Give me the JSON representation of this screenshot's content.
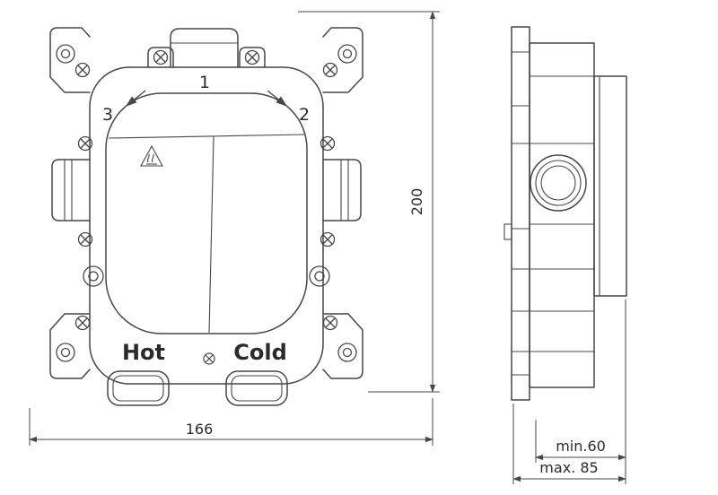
{
  "meta": {
    "background_color": "#ffffff",
    "line_color": "#474747",
    "text_color": "#2b2b2b"
  },
  "front_view": {
    "outlet_top_label": "1",
    "outlet_right_label": "2",
    "outlet_left_label": "3",
    "hot_label": "Hot",
    "cold_label": "Cold"
  },
  "dimensions": {
    "overall_width": "166",
    "overall_height": "200",
    "depth_min": "min.60",
    "depth_max": "max. 85"
  },
  "icons": {
    "warning": "hot-surface-warning-icon",
    "screw": "phillips-screw-icon",
    "hole": "mounting-hole"
  }
}
